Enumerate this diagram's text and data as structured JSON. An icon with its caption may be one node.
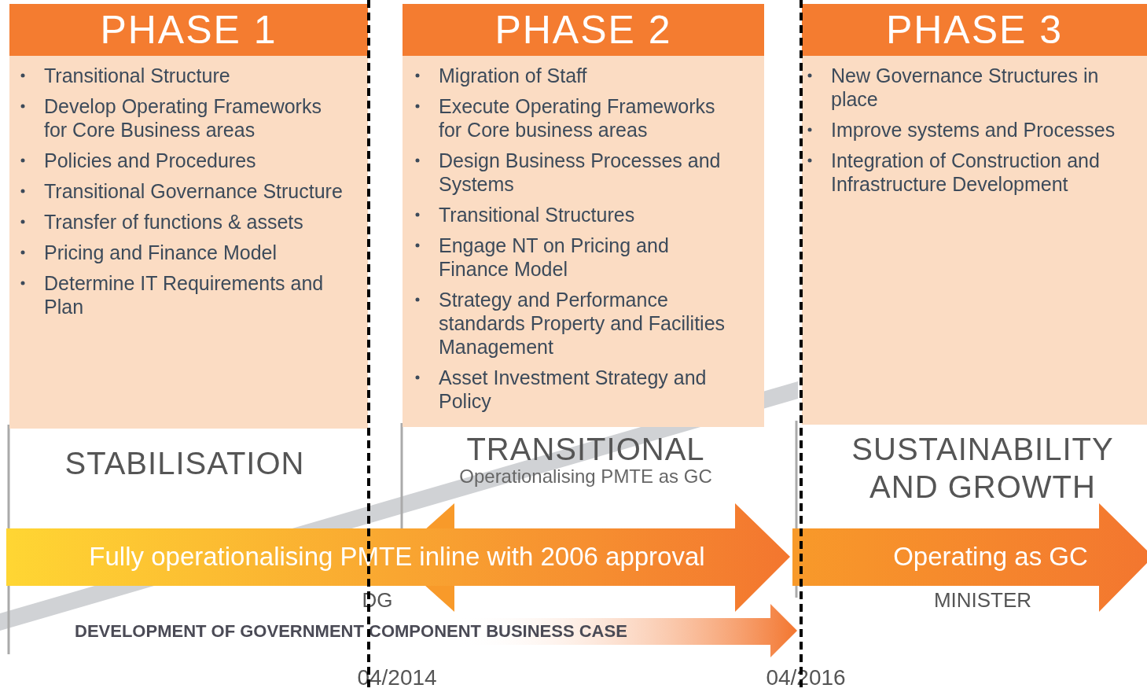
{
  "diagram": {
    "nodes": [
      {
        "text": [
          "PHASE 1",
          "Transitional Structure",
          "Develop Operating Frameworks for Core Business areas",
          "Policies and Procedures",
          "Transitional Governance Structure",
          "Transfer of functions & assets",
          "Pricing and Finance Model",
          "Determine IT Requirements and Plan"
        ]
      },
      {
        "text": [
          "PHASE 2",
          "Migration of Staff",
          "Execute Operating Frameworks for Core business areas",
          "Design Business Processes and Systems",
          "Transitional Structures",
          "Engage NT on Pricing and Finance Model",
          "Strategy and Performance standards Property and Facilities Management",
          "Asset Investment Strategy and Policy"
        ]
      },
      {
        "text": [
          "PHASE 3",
          "New Governance Structures in place",
          "Improve systems and Processes",
          "Integration of Construction and Infrastructure Development"
        ]
      }
    ],
    "labels": [
      "STABILISATION",
      "TRANSITIONAL",
      "Operationalising PMTE as GC",
      "SUSTAINABILITY AND GROWTH",
      "Fully operationalising PMTE inline with 2006 approval",
      "Operating as GC",
      "DG",
      "MINISTER",
      "DEVELOPMENT OF GOVERNMENT COMPONENT BUSINESS CASE",
      "04/2014",
      "04/2016"
    ]
  }
}
